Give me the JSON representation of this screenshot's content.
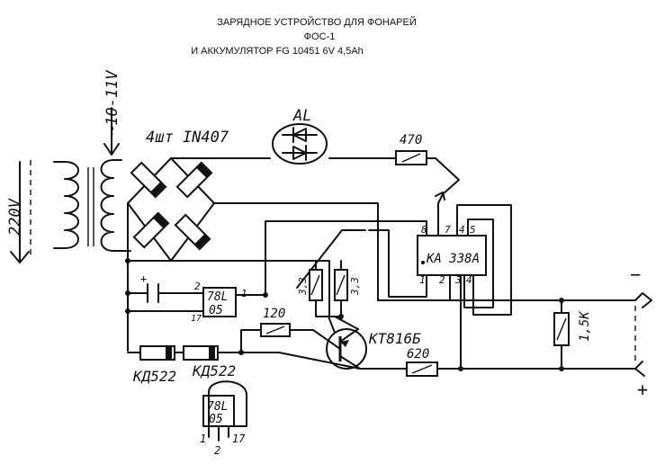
{
  "title": {
    "line1": "ЗАРЯДНОЕ УСТРОЙСТВО ДЛЯ ФОНАРЕЙ",
    "line2": "ФОС-1",
    "line3": "И АККУМУЛЯТОР  FG 10451 6V 4,5Ah"
  },
  "labels": {
    "mains": "220V",
    "secondary": "~10-11V",
    "bridge": "4шт IN407",
    "led": "AL",
    "r470": "470",
    "ic": "KA 338A",
    "ic_pin1": "1",
    "ic_pin2": "2",
    "ic_pin3": "3",
    "ic_pin4": "4",
    "ic_pin5": "5",
    "ic_pin7": "7",
    "ic_pin8": "8",
    "reg_top": "78L",
    "reg_bottom": "05",
    "reg_pin1": "1",
    "reg_pin2": "2",
    "reg_pin17": "17",
    "r3k_a": "3,3",
    "r3k_b": "3,3",
    "r120": "120",
    "transistor": "КТ816Б",
    "r620": "620",
    "r1k5": "1,5K",
    "diode1": "КД522",
    "diode2": "КД522",
    "minus": "−",
    "plus": "+",
    "cap_plus": "+",
    "pkg_top": "78L",
    "pkg_bottom": "05",
    "pkg_pin1": "1",
    "pkg_pin2": "2",
    "pkg_pin17": "17"
  }
}
